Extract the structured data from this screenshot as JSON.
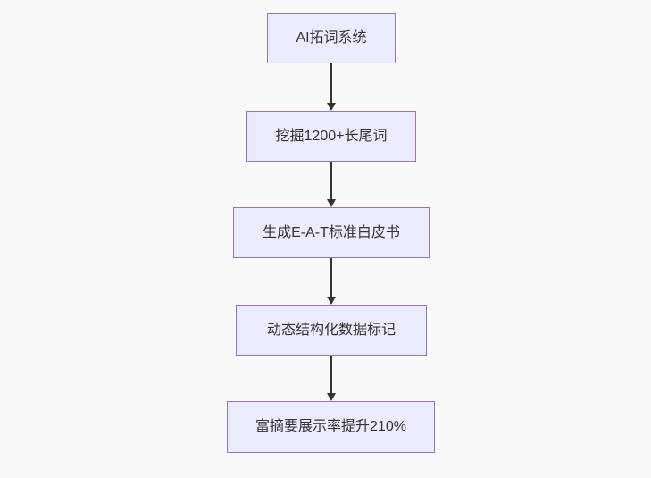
{
  "diagram": {
    "type": "flowchart",
    "direction": "top-down",
    "nodes": [
      {
        "label": "AI拓词系统"
      },
      {
        "label": "挖掘1200+长尾词"
      },
      {
        "label": "生成E-A-T标准白皮书"
      },
      {
        "label": "动态结构化数据标记"
      },
      {
        "label": "富摘要展示率提升210%"
      }
    ],
    "edges": [
      {
        "from": 0,
        "to": 1
      },
      {
        "from": 1,
        "to": 2
      },
      {
        "from": 2,
        "to": 3
      },
      {
        "from": 3,
        "to": 4
      }
    ],
    "colors": {
      "background": "#FAFAFA",
      "node_fill": "#ECECFF",
      "node_border": "#9370DB",
      "text": "#333333",
      "arrow": "#333333"
    }
  }
}
